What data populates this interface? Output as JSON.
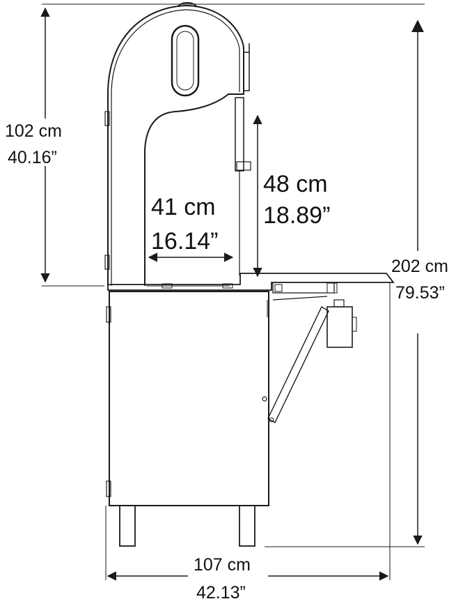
{
  "dimensions": {
    "left_height": {
      "metric": "102 cm",
      "imperial": "40.16”"
    },
    "right_height": {
      "metric": "202 cm",
      "imperial": "79.53”"
    },
    "throat_width": {
      "metric": "41 cm",
      "imperial": "16.14”"
    },
    "cut_height": {
      "metric": "48 cm",
      "imperial": "18.89”"
    },
    "overall_depth": {
      "metric": "107 cm",
      "imperial": "42.13”"
    }
  },
  "colors": {
    "line": "#1a1a1a",
    "background": "#ffffff"
  }
}
